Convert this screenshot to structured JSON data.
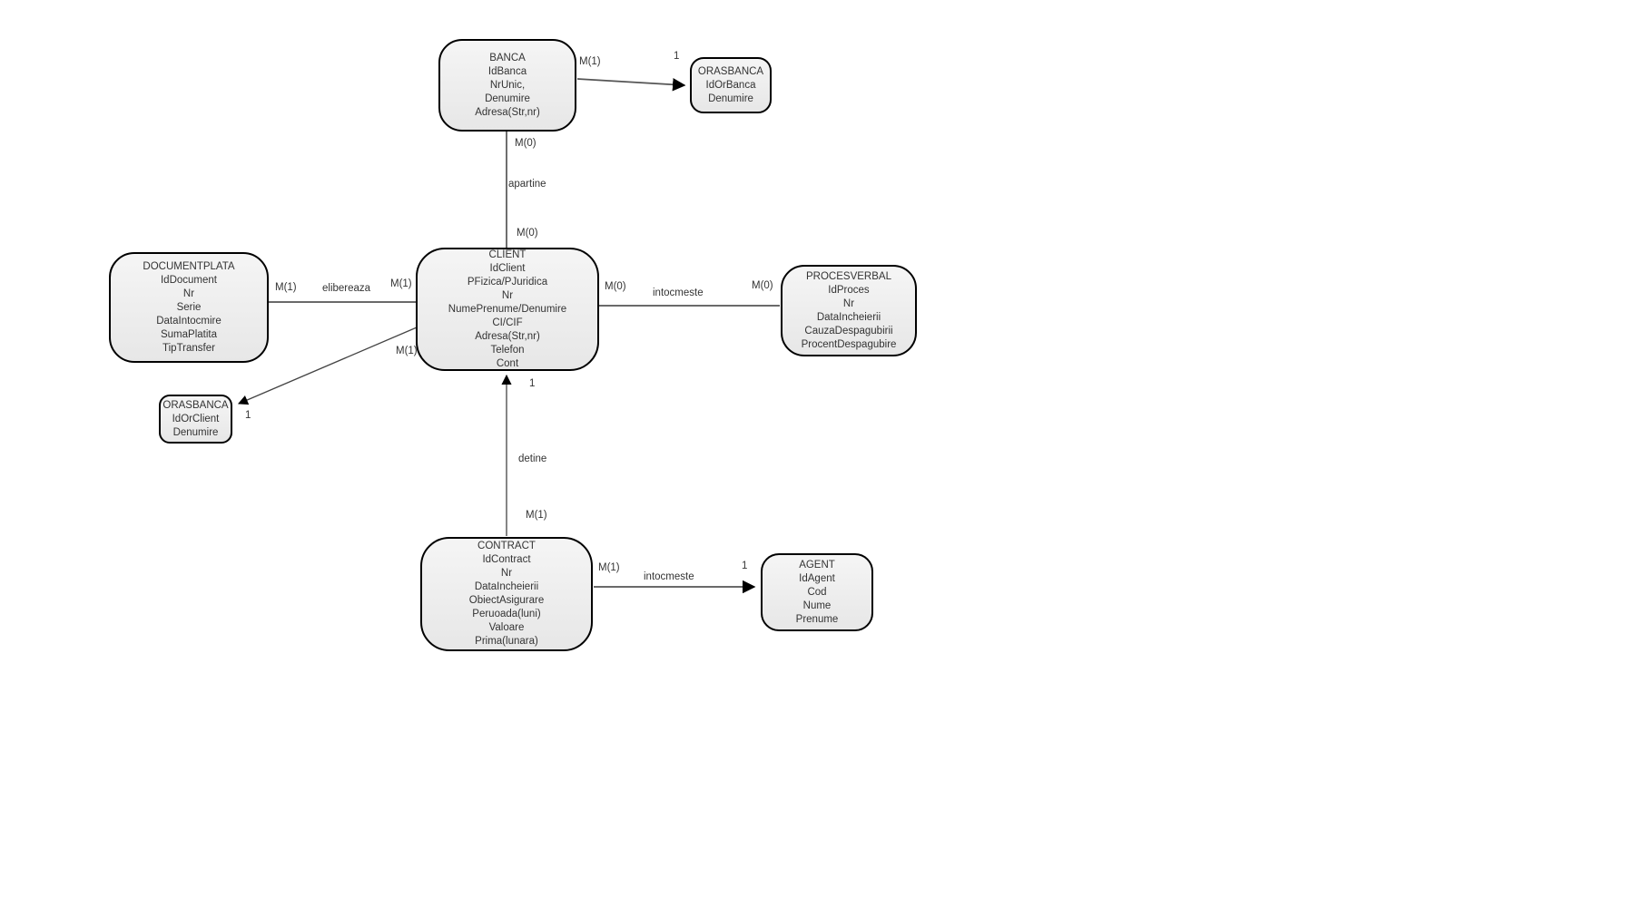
{
  "diagram": {
    "type": "entity-relationship-diagram",
    "background_color": "#ffffff",
    "entity_fill_top": "#f5f5f5",
    "entity_fill_bottom": "#e7e7e7",
    "entity_border_color": "#000000",
    "connector_color": "#555555",
    "text_color": "#333333"
  },
  "entities": {
    "banca": {
      "title": "BANCA",
      "attributes": [
        "IdBanca",
        "NrUnic,",
        "Denumire",
        "Adresa(Str,nr)"
      ]
    },
    "orasbanca_top": {
      "title": "ORASBANCA",
      "attributes": [
        "IdOrBanca",
        "Denumire"
      ]
    },
    "documentplata": {
      "title": "DOCUMENTPLATA",
      "attributes": [
        "IdDocument",
        "Nr",
        "Serie",
        "DataIntocmire",
        "SumaPlatita",
        "TipTransfer"
      ]
    },
    "client": {
      "title": "CLIENT",
      "attributes": [
        "IdClient",
        "PFizica/PJuridica",
        "Nr",
        "NumePrenume/Denumire",
        "CI/CIF",
        "Adresa(Str,nr)",
        "Telefon",
        "Cont"
      ]
    },
    "procesverbal": {
      "title": "PROCESVERBAL",
      "attributes": [
        "IdProces",
        "Nr",
        "DataIncheierii",
        "CauzaDespagubirii",
        "ProcentDespagubire"
      ]
    },
    "orasbanca_left": {
      "title": "ORASBANCA",
      "attributes": [
        "IdOrClient",
        "Denumire"
      ]
    },
    "contract": {
      "title": "CONTRACT",
      "attributes": [
        "IdContract",
        "Nr",
        "DataIncheierii",
        "ObiectAsigurare",
        "Peruoada(luni)",
        "Valoare",
        "Prima(lunara)"
      ]
    },
    "agent": {
      "title": "AGENT",
      "attributes": [
        "IdAgent",
        "Cod",
        "Nume",
        "Prenume"
      ]
    }
  },
  "relationships": {
    "banca_orasbanca": {
      "source_cardinality": "M(1)",
      "target_cardinality": "1"
    },
    "apartine": {
      "label": "apartine",
      "source_cardinality": "M(0)",
      "target_cardinality": "M(0)"
    },
    "elibereaza": {
      "label": "elibereaza",
      "source_cardinality": "M(1)",
      "target_cardinality": "M(1)"
    },
    "intocmeste_procesverbal": {
      "label": "intocmeste",
      "source_cardinality": "M(0)",
      "target_cardinality": "M(0)"
    },
    "client_orasbanca": {
      "source_cardinality": "M(1)",
      "target_cardinality": "1"
    },
    "detine": {
      "label": "detine",
      "source_cardinality": "1",
      "target_cardinality": "M(1)"
    },
    "intocmeste_agent": {
      "label": "intocmeste",
      "source_cardinality": "M(1)",
      "target_cardinality": "1"
    }
  }
}
